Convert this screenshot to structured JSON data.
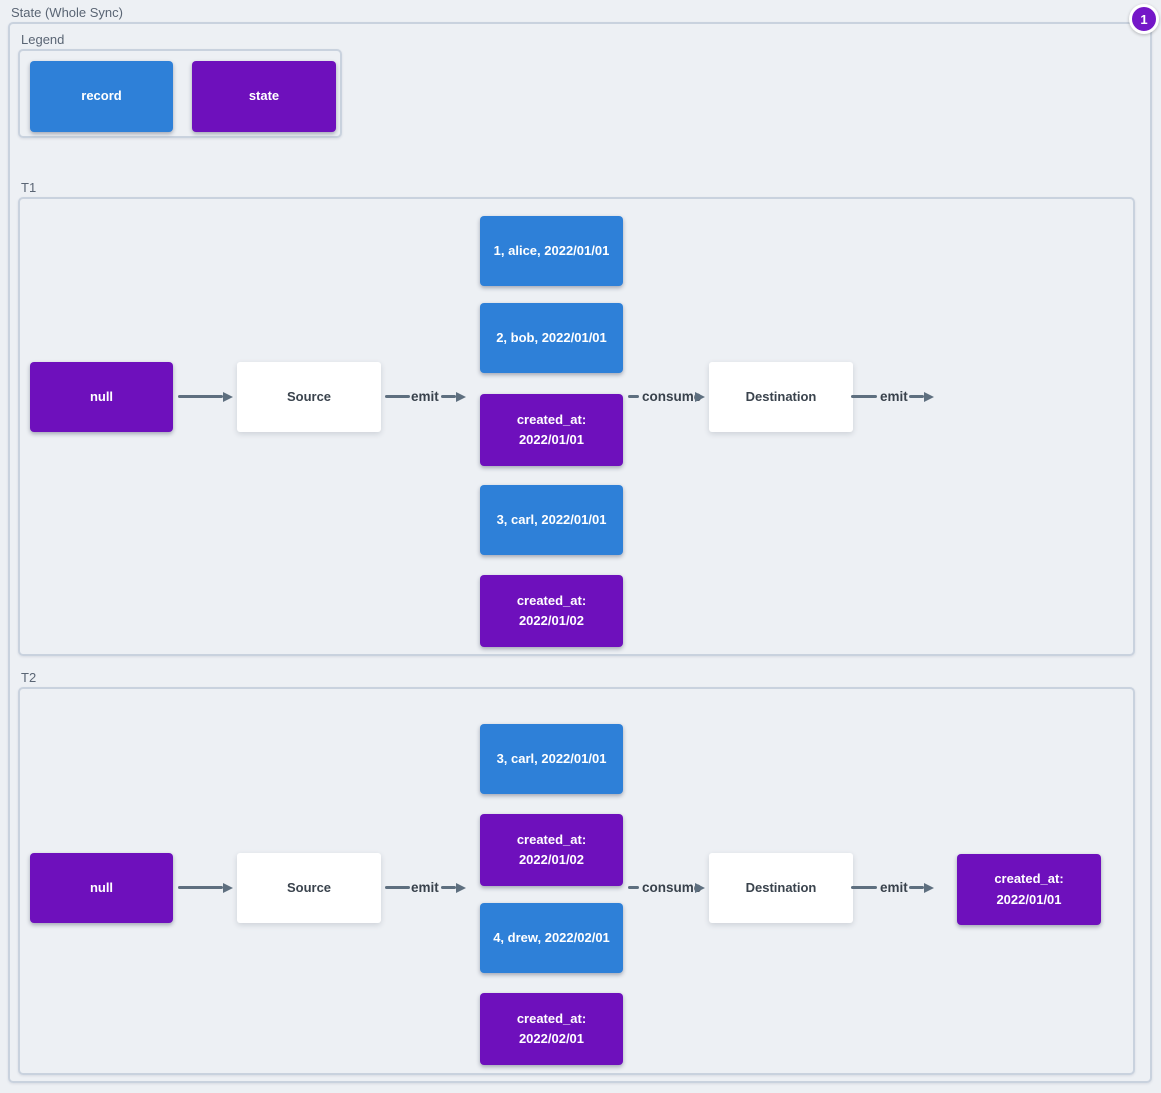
{
  "page": {
    "title": "State (Whole Sync)",
    "badge": "1"
  },
  "colors": {
    "record": "#2E80D8",
    "state": "#6E10BC",
    "badge": "#7517C8",
    "arrow": "#5E6F7F",
    "background": "#EDF0F4"
  },
  "legend": {
    "label": "Legend",
    "items": [
      {
        "type": "record",
        "label": "record"
      },
      {
        "type": "state",
        "label": "state"
      }
    ]
  },
  "sections": [
    {
      "label": "T1",
      "input_state": "null",
      "source_label": "Source",
      "emit_label": "emit",
      "consume_label": "consume",
      "destination_label": "Destination",
      "output_emit_label": "emit",
      "queue": [
        {
          "type": "record",
          "text": "1, alice, 2022/01/01"
        },
        {
          "type": "record",
          "text": "2, bob, 2022/01/01"
        },
        {
          "type": "state",
          "text": "created_at:\n2022/01/01"
        },
        {
          "type": "record",
          "text": "3, carl, 2022/01/01"
        },
        {
          "type": "state",
          "text": "created_at:\n2022/01/02"
        }
      ]
    },
    {
      "label": "T2",
      "input_state": "null",
      "source_label": "Source",
      "emit_label": "emit",
      "consume_label": "consume",
      "destination_label": "Destination",
      "output_emit_label": "emit",
      "queue": [
        {
          "type": "record",
          "text": "3, carl, 2022/01/01"
        },
        {
          "type": "state",
          "text": "created_at:\n2022/01/02"
        },
        {
          "type": "record",
          "text": "4, drew, 2022/02/01"
        },
        {
          "type": "state",
          "text": "created_at:\n2022/02/01"
        }
      ],
      "output_state": "created_at:\n2022/01/01"
    }
  ]
}
